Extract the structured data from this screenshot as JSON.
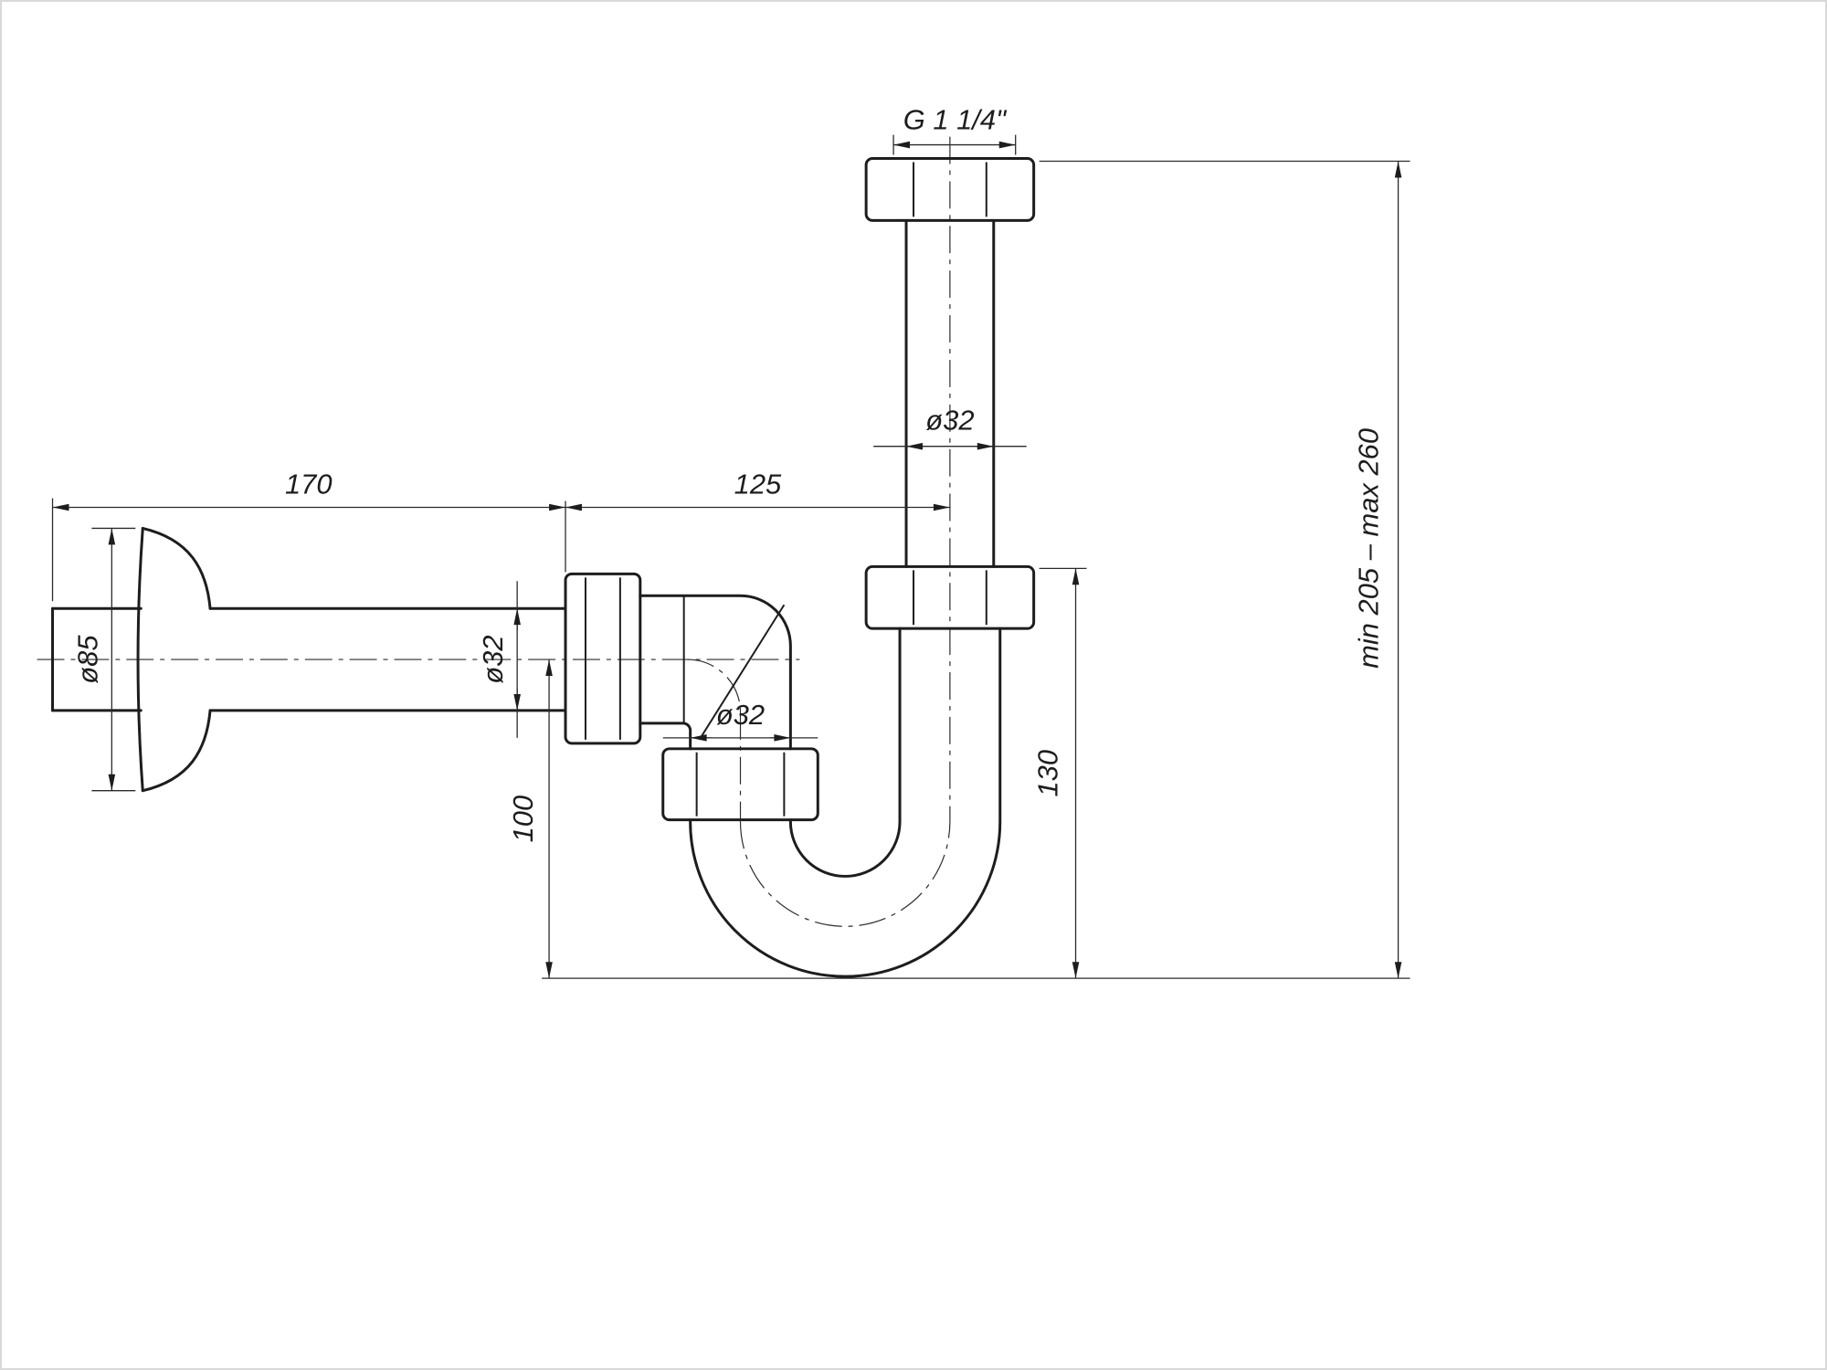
{
  "drawing": {
    "kind": "technical-dimension-drawing",
    "subject": "pipe siphon (P-trap) with wall flange and adjustable vertical inlet",
    "colors": {
      "line": "#1d1d1d",
      "thin_line": "#2b2b2b",
      "background": "#ffffff",
      "frame": "#d9d9d9"
    },
    "labels": {
      "dim_170": "170",
      "dim_125": "125",
      "thread_top": "G 1 1/4\"",
      "dia_vertical_pipe": "ø32",
      "dia_flange": "ø85",
      "dia_horizontal_pipe": "ø32",
      "dia_elbow_outlet": "ø32",
      "dim_100": "100",
      "dim_130": "130",
      "dim_range": "min 205 – max 260"
    }
  }
}
